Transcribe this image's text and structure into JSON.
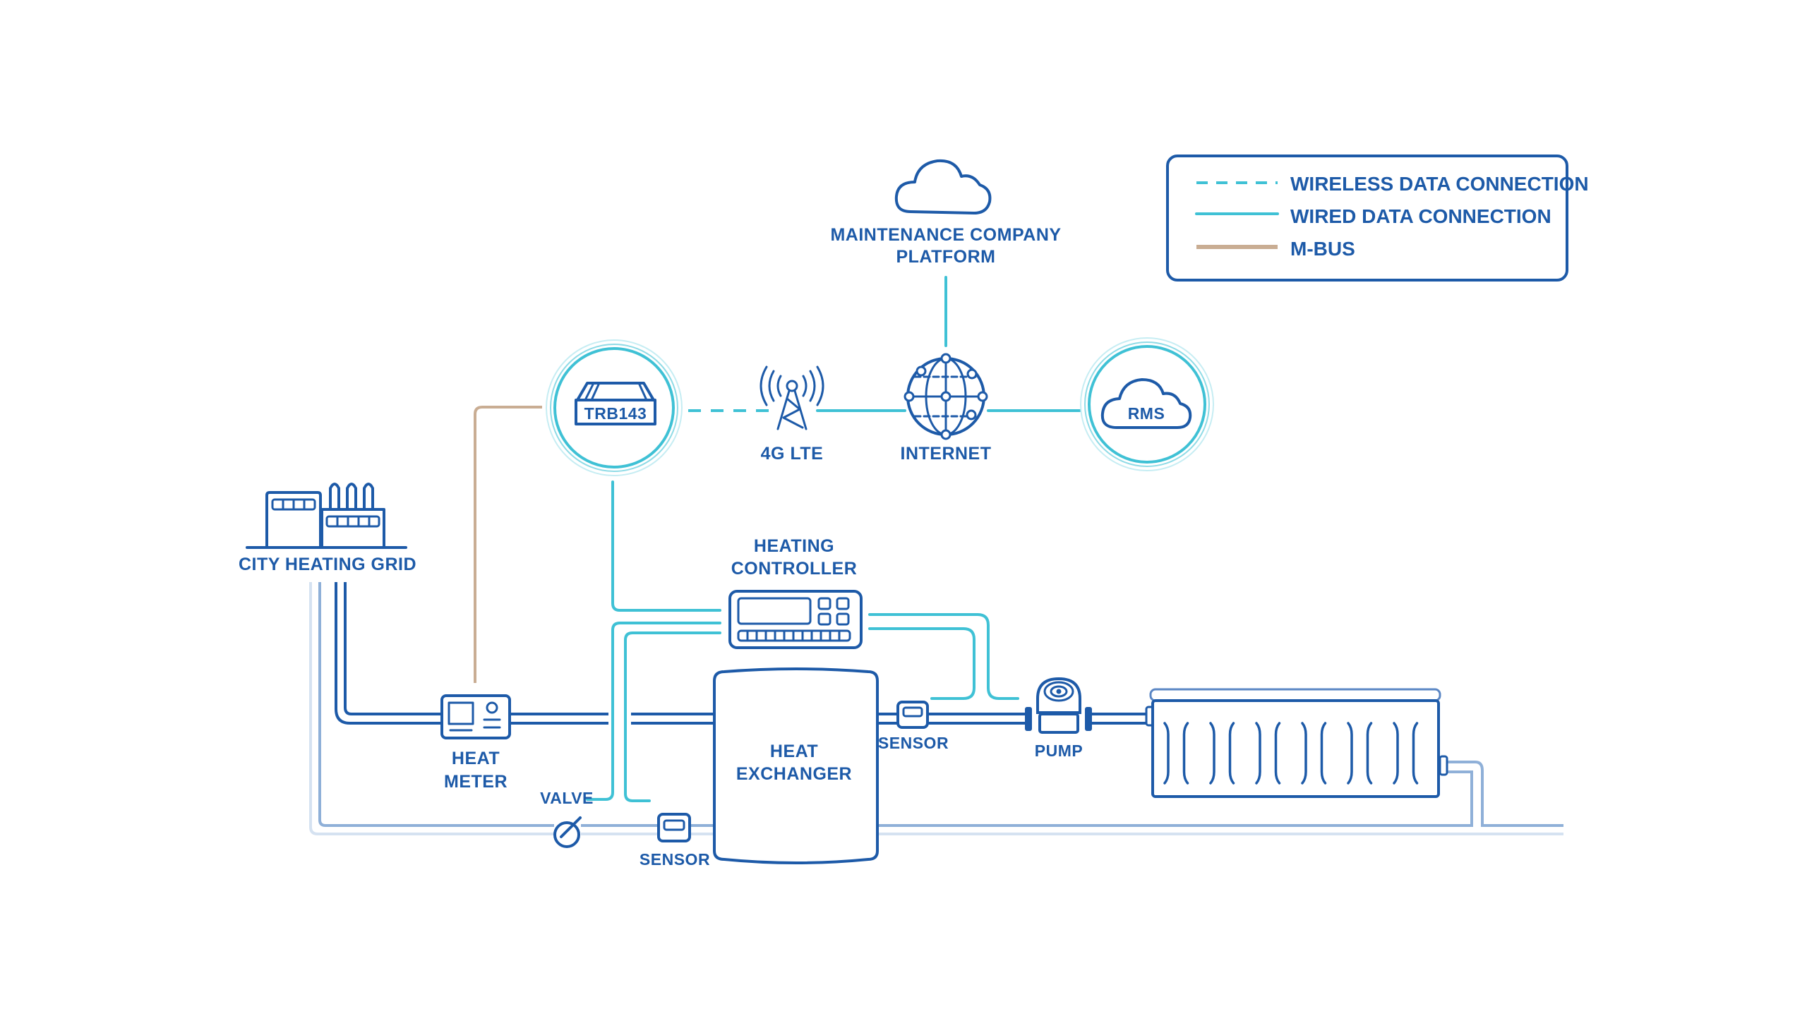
{
  "colors": {
    "device_stroke": "#1d5aa8",
    "wired_data": "#3fc1d5",
    "wireless_data": "#3fc1d5",
    "m_bus": "#c9ad93",
    "pipe_return": "#8fb0d8",
    "background": "#ffffff"
  },
  "legend": {
    "items": [
      {
        "label": "WIRELESS DATA CONNECTION",
        "style": "dashed",
        "color": "#3fc1d5"
      },
      {
        "label": "WIRED DATA CONNECTION",
        "style": "solid",
        "color": "#3fc1d5"
      },
      {
        "label": "M-BUS",
        "style": "solid",
        "color": "#c9ad93"
      }
    ]
  },
  "nodes": {
    "maintenance_platform": {
      "label_line1": "MAINTENANCE  COMPANY",
      "label_line2": "PLATFORM",
      "icon": "cloud-icon"
    },
    "internet": {
      "label": "INTERNET",
      "icon": "globe-network-icon"
    },
    "rms": {
      "label": "RMS",
      "icon": "cloud-icon"
    },
    "trb143": {
      "label": "TRB143",
      "icon": "gateway-device-icon"
    },
    "lte": {
      "label": "4G LTE",
      "icon": "cell-tower-icon"
    },
    "city_grid": {
      "label": "CITY HEATING GRID",
      "icon": "factory-icon"
    },
    "heat_meter": {
      "label_line1": "HEAT",
      "label_line2": "METER",
      "icon": "heat-meter-icon"
    },
    "heating_controller": {
      "label_line1": "HEATING",
      "label_line2": "CONTROLLER",
      "icon": "controller-panel-icon"
    },
    "heat_exchanger": {
      "label_line1": "HEAT",
      "label_line2": "EXCHANGER"
    },
    "sensor_supply": {
      "label": "SENSOR",
      "icon": "sensor-icon"
    },
    "sensor_return": {
      "label": "SENSOR",
      "icon": "sensor-icon"
    },
    "pump": {
      "label": "PUMP",
      "icon": "pump-icon"
    },
    "valve": {
      "label": "VALVE",
      "icon": "valve-icon"
    },
    "radiator": {
      "icon": "radiator-icon"
    }
  },
  "connections": [
    {
      "from": "trb143",
      "to": "lte",
      "type": "wireless"
    },
    {
      "from": "lte",
      "to": "internet",
      "type": "wired"
    },
    {
      "from": "internet",
      "to": "maintenance_platform",
      "type": "wired"
    },
    {
      "from": "internet",
      "to": "rms",
      "type": "wired"
    },
    {
      "from": "trb143",
      "to": "heat_meter",
      "type": "m_bus"
    },
    {
      "from": "trb143",
      "to": "heating_controller",
      "type": "wired"
    },
    {
      "from": "heating_controller",
      "to": "valve",
      "type": "wired"
    },
    {
      "from": "heating_controller",
      "to": "sensor_return",
      "type": "wired"
    },
    {
      "from": "heating_controller",
      "to": "sensor_supply",
      "type": "wired"
    },
    {
      "from": "heating_controller",
      "to": "pump",
      "type": "wired"
    }
  ]
}
